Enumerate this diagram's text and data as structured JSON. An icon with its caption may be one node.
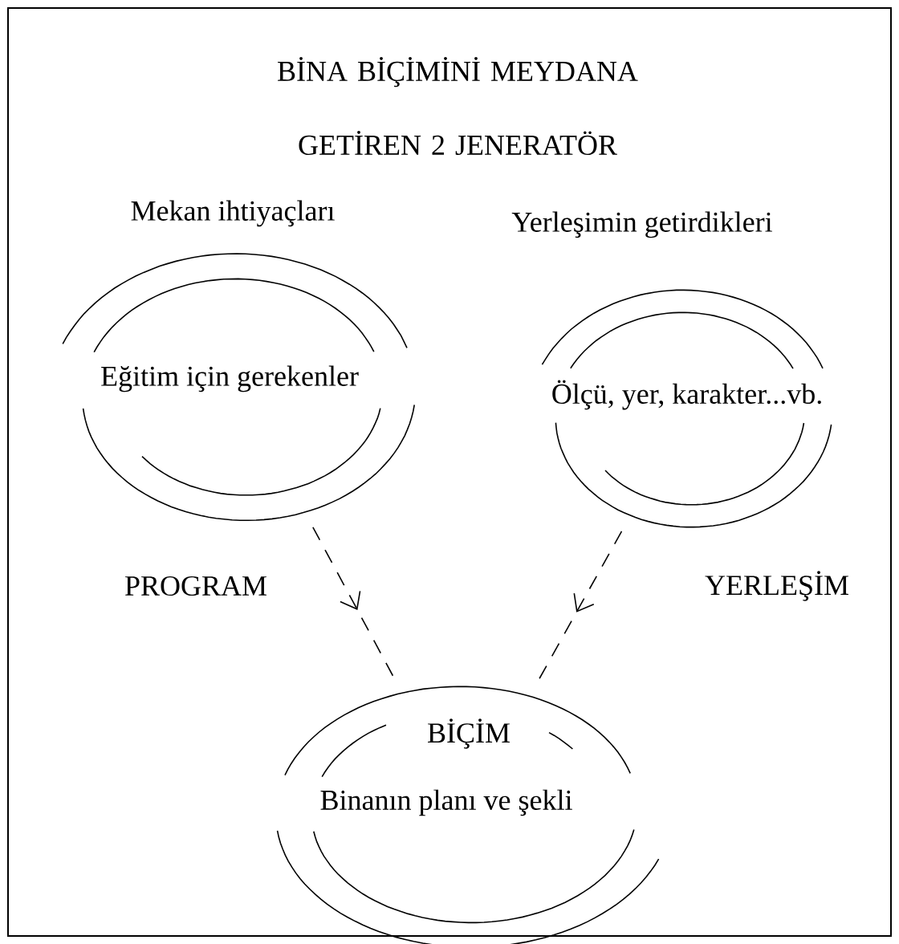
{
  "diagram": {
    "title": "BİNA BİÇİMİNİ MEYDANA GETİREN 2 JENERATÖR",
    "nodes": [
      {
        "text": [
          "Mekan ihtiyaçları",
          "Eğitim için gerekenler"
        ]
      },
      {
        "text": [
          "Yerleşimin getirdikleri",
          "Ölçü, yer, karakter...vb."
        ]
      },
      {
        "text": [
          "BİÇİM",
          "Binanın planı ve şekli"
        ]
      }
    ],
    "edges": [
      {
        "from": 0,
        "to": 2,
        "arrow": "to",
        "label": "PROGRAM",
        "style": "dashed"
      },
      {
        "from": 1,
        "to": 2,
        "arrow": "to",
        "label": "YERLEŞİM",
        "style": "dashed"
      }
    ]
  }
}
